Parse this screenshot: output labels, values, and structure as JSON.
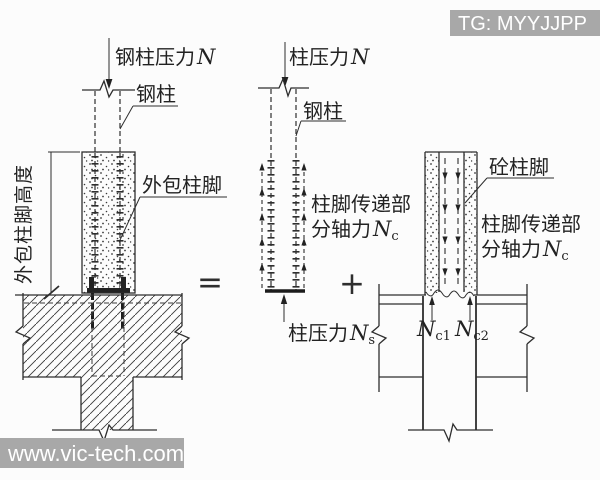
{
  "watermarks": {
    "top_right": "TG: MYYJJPP",
    "bottom_left": "www.vic-tech.com"
  },
  "operators": {
    "equals": "=",
    "plus": "+"
  },
  "left": {
    "force_text": "钢柱压力",
    "force_var": "N",
    "column_label": "钢柱",
    "base_label": "外包柱脚",
    "height_label": "外包柱脚高度"
  },
  "mid": {
    "force_text": "柱压力",
    "force_var": "N",
    "column_label": "钢柱",
    "transfer_line1": "柱脚传递部",
    "transfer_line2": "分轴力",
    "transfer_var": "N",
    "transfer_sub": "c",
    "base_text": "柱压力",
    "base_var": "N",
    "base_sub": "s"
  },
  "right": {
    "base_label": "砼柱脚",
    "transfer_line1": "柱脚传递部",
    "transfer_line2": "分轴力",
    "transfer_var": "N",
    "transfer_sub": "c",
    "r1_var": "N",
    "r1_sub": "c1",
    "r2_var": "N",
    "r2_sub": "c2"
  },
  "colors": {
    "line": "#2e2e2e",
    "watermark_bg": "#a8a8a8",
    "watermark_text": "#ffffff",
    "background": "#fcfcfc"
  }
}
